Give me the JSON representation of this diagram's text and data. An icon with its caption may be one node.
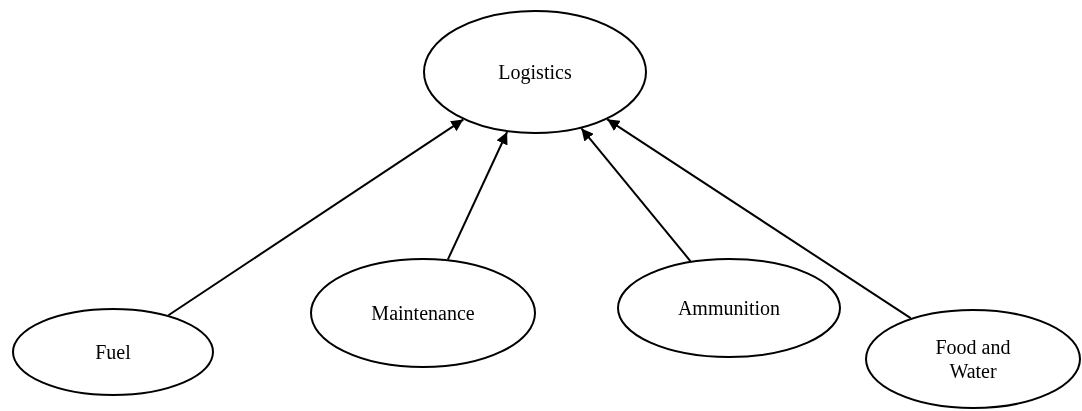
{
  "diagram": {
    "nodes": [
      {
        "text": [
          "Logistics"
        ]
      },
      {
        "text": [
          "Fuel"
        ]
      },
      {
        "text": [
          "Maintenance"
        ]
      },
      {
        "text": [
          "Ammunition"
        ]
      },
      {
        "text": [
          "Food and Water"
        ]
      }
    ],
    "edges": [
      {
        "from": 1,
        "to": 0,
        "arrow": "to"
      },
      {
        "from": 2,
        "to": 0,
        "arrow": "to"
      },
      {
        "from": 3,
        "to": 0,
        "arrow": "to"
      },
      {
        "from": 4,
        "to": 0,
        "arrow": "to"
      }
    ]
  }
}
